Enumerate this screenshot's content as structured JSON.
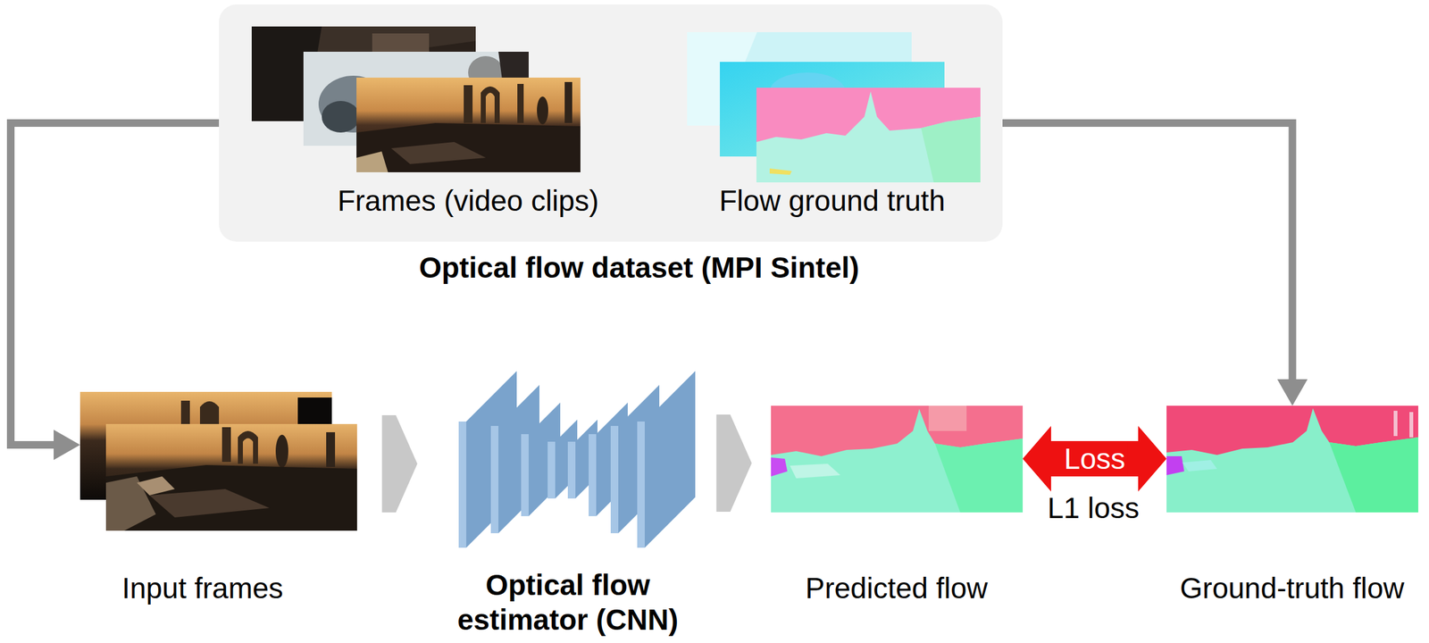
{
  "diagram": {
    "nodes": [
      {
        "text": [
          "Optical flow dataset (MPI Sintel)"
        ]
      },
      {
        "text": [
          "Frames (video clips)"
        ],
        "in": 0
      },
      {
        "text": [
          "Flow ground truth"
        ],
        "in": 0
      },
      {
        "text": [
          "Input frames"
        ]
      },
      {
        "text": [
          "Optical flow estimator (CNN)"
        ]
      },
      {
        "text": [
          "Predicted flow"
        ]
      },
      {
        "text": [
          "Ground-truth flow"
        ]
      }
    ],
    "edges": [
      {
        "from": 0,
        "to": 3,
        "arrow": "to"
      },
      {
        "from": 0,
        "to": 6,
        "arrow": "to"
      },
      {
        "from": 3,
        "to": 4,
        "arrow": "to"
      },
      {
        "from": 4,
        "to": 5,
        "arrow": "to"
      },
      {
        "from": 5,
        "to": 6,
        "arrow": "both",
        "label": "Loss"
      }
    ],
    "labels": [
      "L1 loss"
    ]
  }
}
